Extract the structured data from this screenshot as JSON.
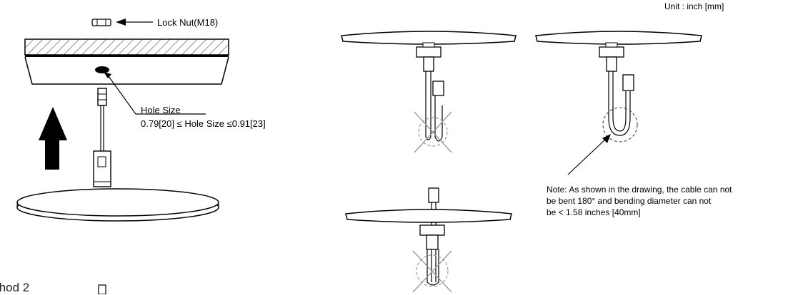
{
  "labels": {
    "unit": "Unit : inch [mm]",
    "lock_nut": "Lock Nut(M18)",
    "hole_size_title": "Hole Size",
    "hole_size_range": "0.79[20] ≤  Hole Size ≤0.91[23]",
    "note_lines": [
      "Note: As shown in the drawing, the cable can not",
      " be bent 180° and bending diameter can not",
      " be < 1.58 inches [40mm]"
    ],
    "method": "thod 2"
  },
  "colors": {
    "line": "#000000",
    "hatch": "#555555",
    "ghost": "#999999"
  }
}
